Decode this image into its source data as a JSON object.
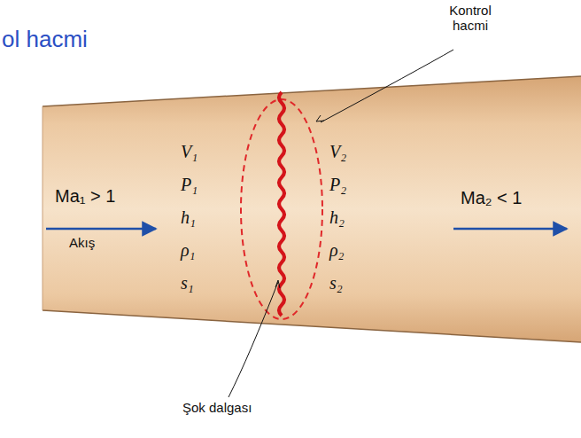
{
  "diagram": {
    "labels": [
      "ol hacmi",
      "Kontrol hacmi",
      "Ma₁ > 1",
      "Akış",
      "V₁",
      "P₁",
      "h₁",
      "ρ₁",
      "s₁",
      "V₂",
      "P₂",
      "h₂",
      "ρ₂",
      "s₂",
      "Ma₂ < 1",
      "Şok dalgası"
    ]
  }
}
